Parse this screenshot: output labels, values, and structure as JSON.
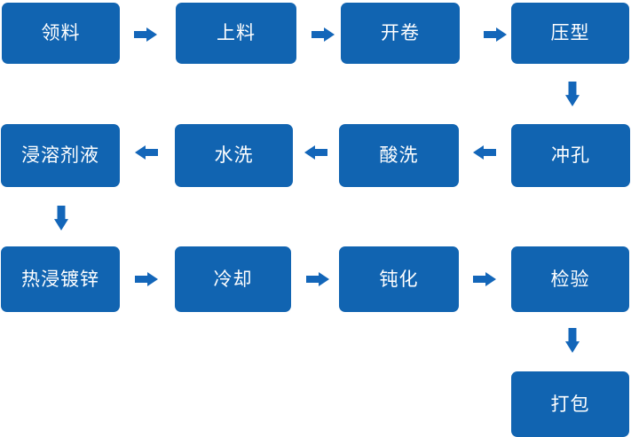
{
  "colors": {
    "background": "#ffffff",
    "box_fill": "#1164b1",
    "arrow_fill": "#1366b9",
    "box_text": "#ffffff"
  },
  "process": {
    "steps": [
      {
        "label": "领料"
      },
      {
        "label": "上料"
      },
      {
        "label": "开卷"
      },
      {
        "label": "压型"
      },
      {
        "label": "冲孔"
      },
      {
        "label": "酸洗"
      },
      {
        "label": "水洗"
      },
      {
        "label": "浸溶剂液"
      },
      {
        "label": "热浸镀锌"
      },
      {
        "label": "冷却"
      },
      {
        "label": "钝化"
      },
      {
        "label": "检验"
      },
      {
        "label": "打包"
      }
    ],
    "connections": [
      "领料→上料",
      "上料→开卷",
      "开卷→压型",
      "压型→冲孔",
      "冲孔→酸洗",
      "酸洗→水洗",
      "水洗→浸溶剂液",
      "浸溶剂液→热浸镀锌",
      "热浸镀锌→冷却",
      "冷却→钝化",
      "钝化→检验",
      "检验→打包"
    ]
  }
}
